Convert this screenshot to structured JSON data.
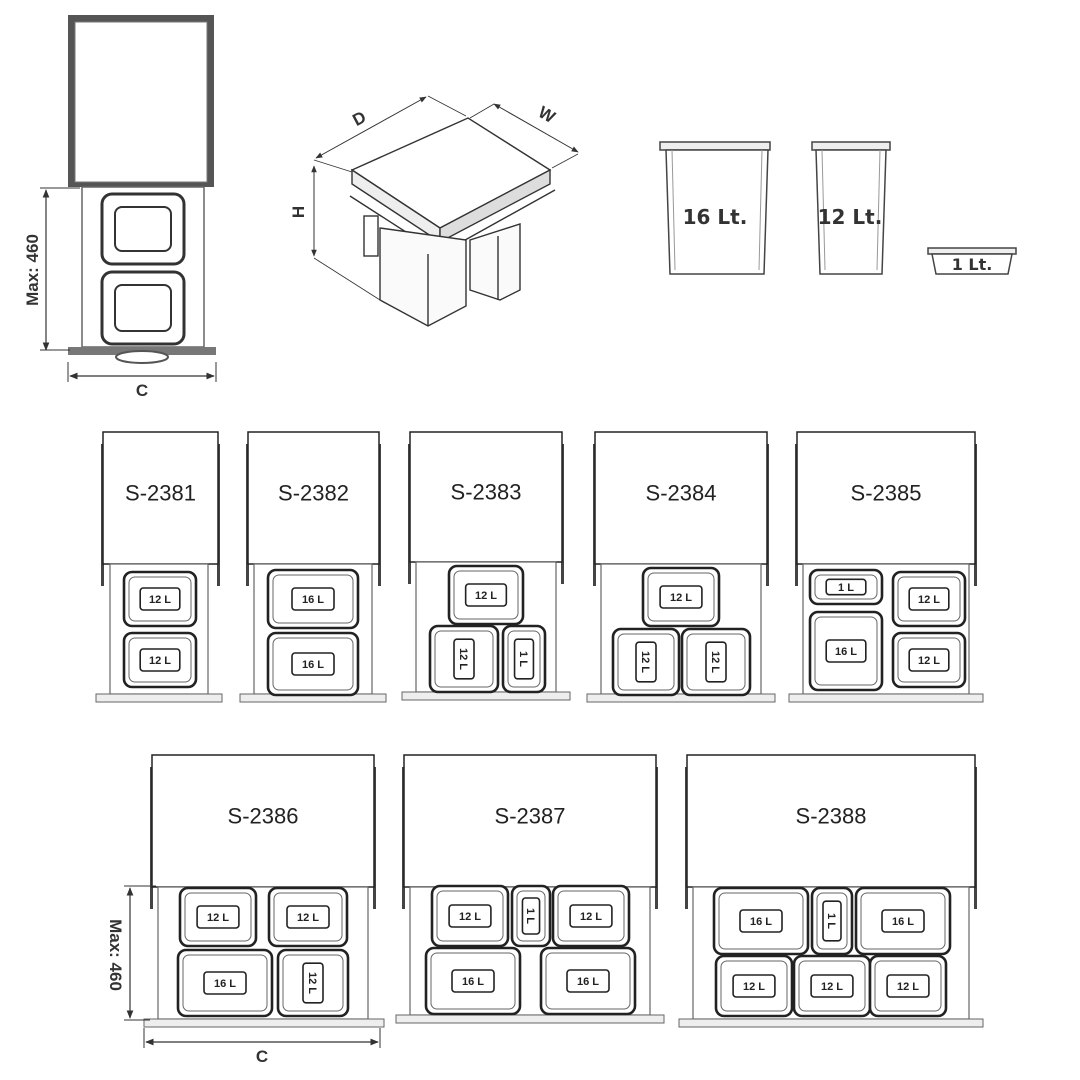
{
  "dimension_labels": {
    "max_height": "Max: 460",
    "width_c": "C",
    "depth": "D",
    "width": "W",
    "height": "H"
  },
  "bin_sizes": [
    {
      "label": "16 Lt."
    },
    {
      "label": "12 Lt."
    },
    {
      "label": "1 Lt."
    }
  ],
  "models_row1": [
    {
      "code": "S-2381",
      "bins": [
        "12 L",
        "12 L"
      ]
    },
    {
      "code": "S-2382",
      "bins": [
        "16 L",
        "16 L"
      ]
    },
    {
      "code": "S-2383",
      "bins": [
        "12 L",
        "12 L",
        "1 L"
      ]
    },
    {
      "code": "S-2384",
      "bins": [
        "12 L",
        "12 L",
        "12 L"
      ]
    },
    {
      "code": "S-2385",
      "bins": [
        "1 L",
        "12 L",
        "16 L",
        "12 L"
      ]
    }
  ],
  "models_row2": [
    {
      "code": "S-2386",
      "bins": [
        "12 L",
        "12 L",
        "16 L",
        "12 L"
      ]
    },
    {
      "code": "S-2387",
      "bins": [
        "12 L",
        "1 L",
        "12 L",
        "16 L",
        "16 L"
      ]
    },
    {
      "code": "S-2388",
      "bins": [
        "16 L",
        "1 L",
        "16 L",
        "12 L",
        "12 L",
        "12 L"
      ]
    }
  ]
}
